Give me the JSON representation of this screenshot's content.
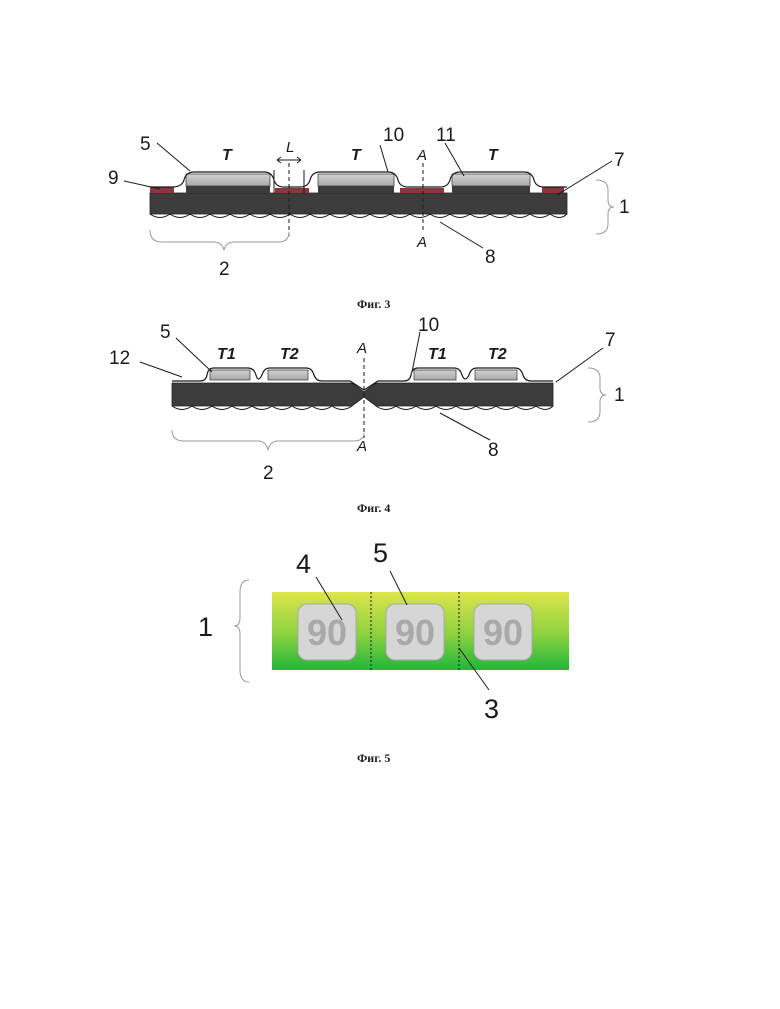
{
  "figures": [
    {
      "caption": "Фиг. 3",
      "labels": {
        "n5": "5",
        "n9": "9",
        "n10": "10",
        "n11": "11",
        "n7": "7",
        "n1": "1",
        "n2": "2",
        "n8": "8"
      },
      "tags": {
        "t1": "T",
        "t2": "T",
        "t3": "T",
        "L": "L",
        "A_top": "A",
        "A_bottom": "A"
      }
    },
    {
      "caption": "Фиг. 4",
      "labels": {
        "n5": "5",
        "n12": "12",
        "n10": "10",
        "n7": "7",
        "n1": "1",
        "n2": "2",
        "n8": "8"
      },
      "tags": {
        "t1a": "T1",
        "t2a": "T2",
        "t1b": "T1",
        "t2b": "T2",
        "A_top": "A",
        "A_bottom": "A"
      }
    },
    {
      "caption": "Фиг. 5",
      "labels": {
        "n1": "1",
        "n4": "4",
        "n5": "5",
        "n3": "3"
      },
      "cells": [
        "90",
        "90",
        "90"
      ]
    }
  ],
  "colors": {
    "strip_dark": "#3c3c3c",
    "tag_gray": "#b9b9b9",
    "accent_red": "#8a3640",
    "green_top": "#dde64a",
    "green_bottom": "#1fb63a",
    "cell_gray": "#d6d6d6"
  }
}
